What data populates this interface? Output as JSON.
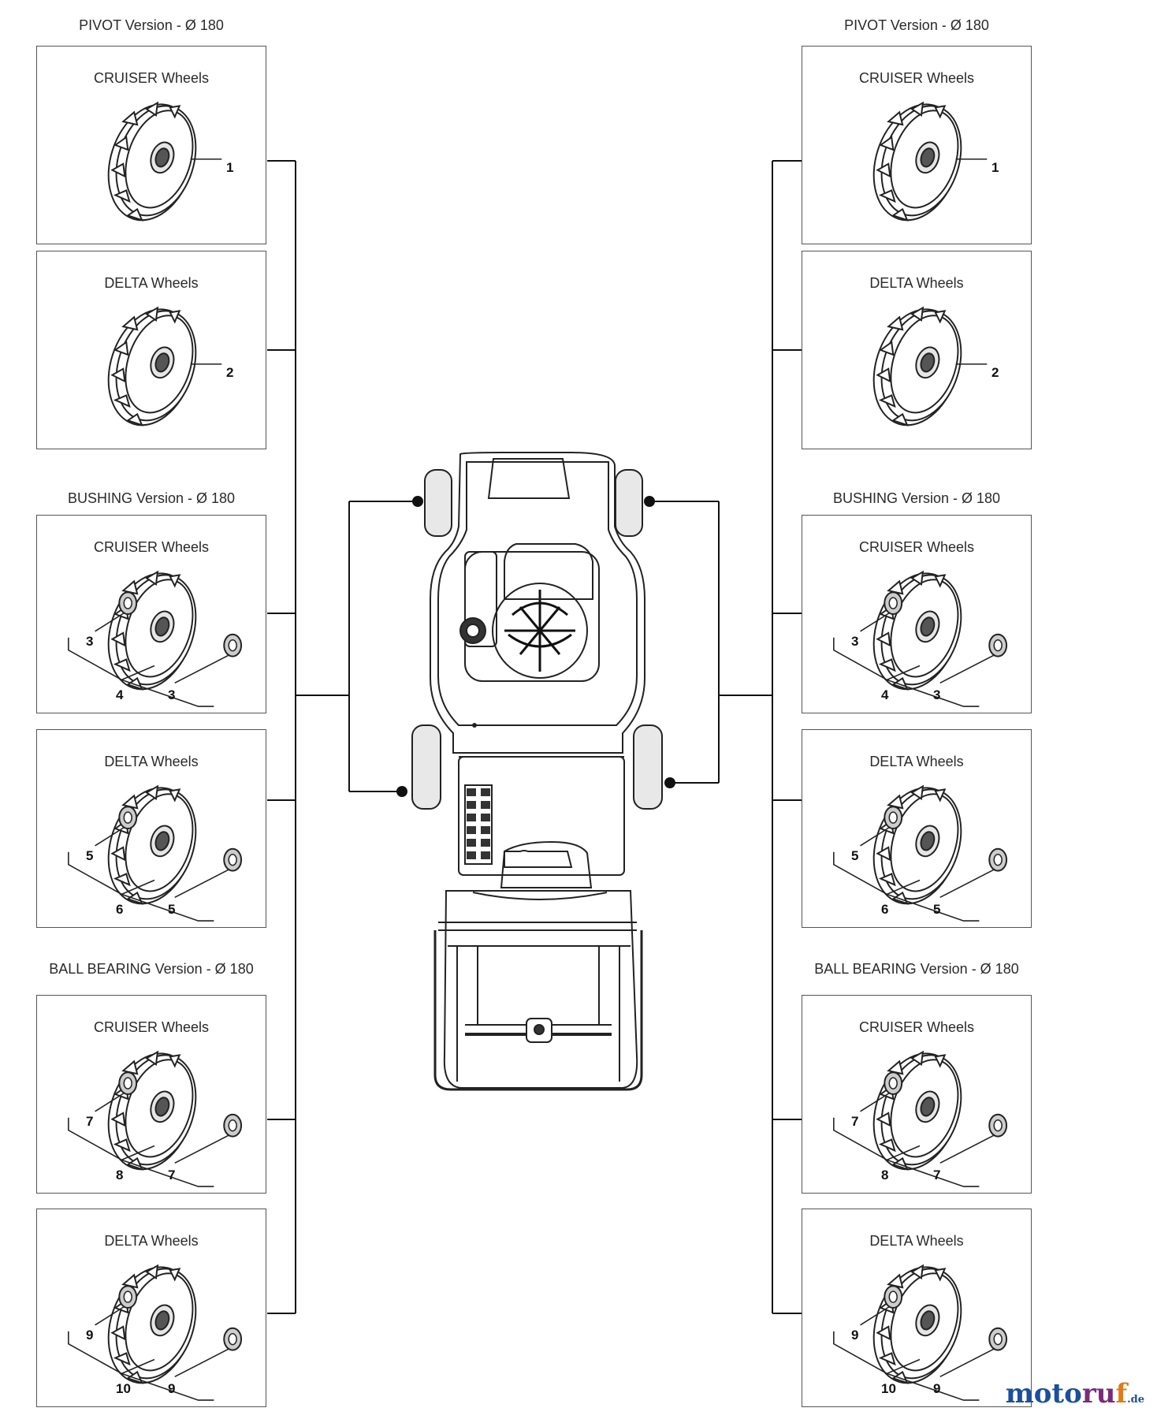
{
  "left_column": {
    "sections": [
      {
        "title": "PIVOT Version - Ø 180",
        "boxes": [
          {
            "title": "CRUISER Wheels",
            "labels": [
              "1"
            ]
          },
          {
            "title": "DELTA Wheels",
            "labels": [
              "2"
            ]
          }
        ]
      },
      {
        "title": "BUSHING Version - Ø 180",
        "boxes": [
          {
            "title": "CRUISER Wheels",
            "labels": [
              "3",
              "4",
              "3"
            ]
          },
          {
            "title": "DELTA Wheels",
            "labels": [
              "5",
              "6",
              "5"
            ]
          }
        ]
      },
      {
        "title": "BALL BEARING Version - Ø 180",
        "boxes": [
          {
            "title": "CRUISER Wheels",
            "labels": [
              "7",
              "8",
              "7"
            ]
          },
          {
            "title": "DELTA Wheels",
            "labels": [
              "9",
              "10",
              "9"
            ]
          }
        ]
      }
    ]
  },
  "right_column": {
    "sections": [
      {
        "title": "PIVOT Version - Ø 180",
        "boxes": [
          {
            "title": "CRUISER Wheels",
            "labels": [
              "1"
            ]
          },
          {
            "title": "DELTA Wheels",
            "labels": [
              "2"
            ]
          }
        ]
      },
      {
        "title": "BUSHING Version - Ø 180",
        "boxes": [
          {
            "title": "CRUISER Wheels",
            "labels": [
              "3",
              "4",
              "3"
            ]
          },
          {
            "title": "DELTA Wheels",
            "labels": [
              "5",
              "6",
              "5"
            ]
          }
        ]
      },
      {
        "title": "BALL BEARING Version - Ø 180",
        "boxes": [
          {
            "title": "CRUISER Wheels",
            "labels": [
              "7",
              "8",
              "7"
            ]
          },
          {
            "title": "DELTA Wheels",
            "labels": [
              "9",
              "10",
              "9"
            ]
          }
        ]
      }
    ]
  },
  "watermark": {
    "part1": "moto",
    "part2": "ru",
    "part3": "f",
    "suffix": ".de"
  }
}
